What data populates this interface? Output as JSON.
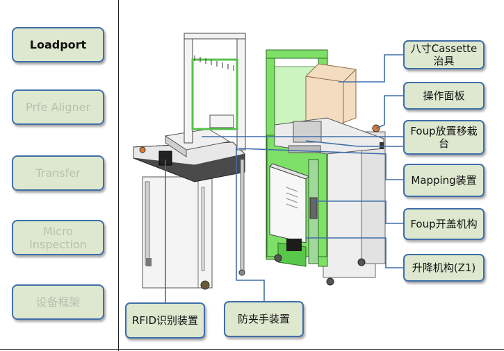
{
  "nav": {
    "items": [
      {
        "label": "Loadport",
        "active": true
      },
      {
        "label": "Prfe Aligner",
        "active": false
      },
      {
        "label": "Transfer",
        "active": false
      },
      {
        "label": "Micro\nInspection",
        "active": false
      },
      {
        "label": "设备框架",
        "active": false
      }
    ]
  },
  "callouts": {
    "cassette_fixture": "八寸Cassette治具",
    "control_panel": "操作面板",
    "foup_stage": "Foup放置移栽台",
    "mapping": "Mapping装置",
    "foup_opener": "Foup开盖机构",
    "lift": "升降机构(Z1)",
    "rfid": "RFID识别装置",
    "anti_pinch": "防夹手装置"
  },
  "colors": {
    "label_fill": "#dde8cf",
    "label_border": "#3f6ea8",
    "leader_line": "#3f6ea8",
    "frame_green": "#7ee067",
    "frame_gray": "#d8d8d8",
    "top_plate": "#4a4a4a",
    "cassette": "#f3dcc0"
  }
}
